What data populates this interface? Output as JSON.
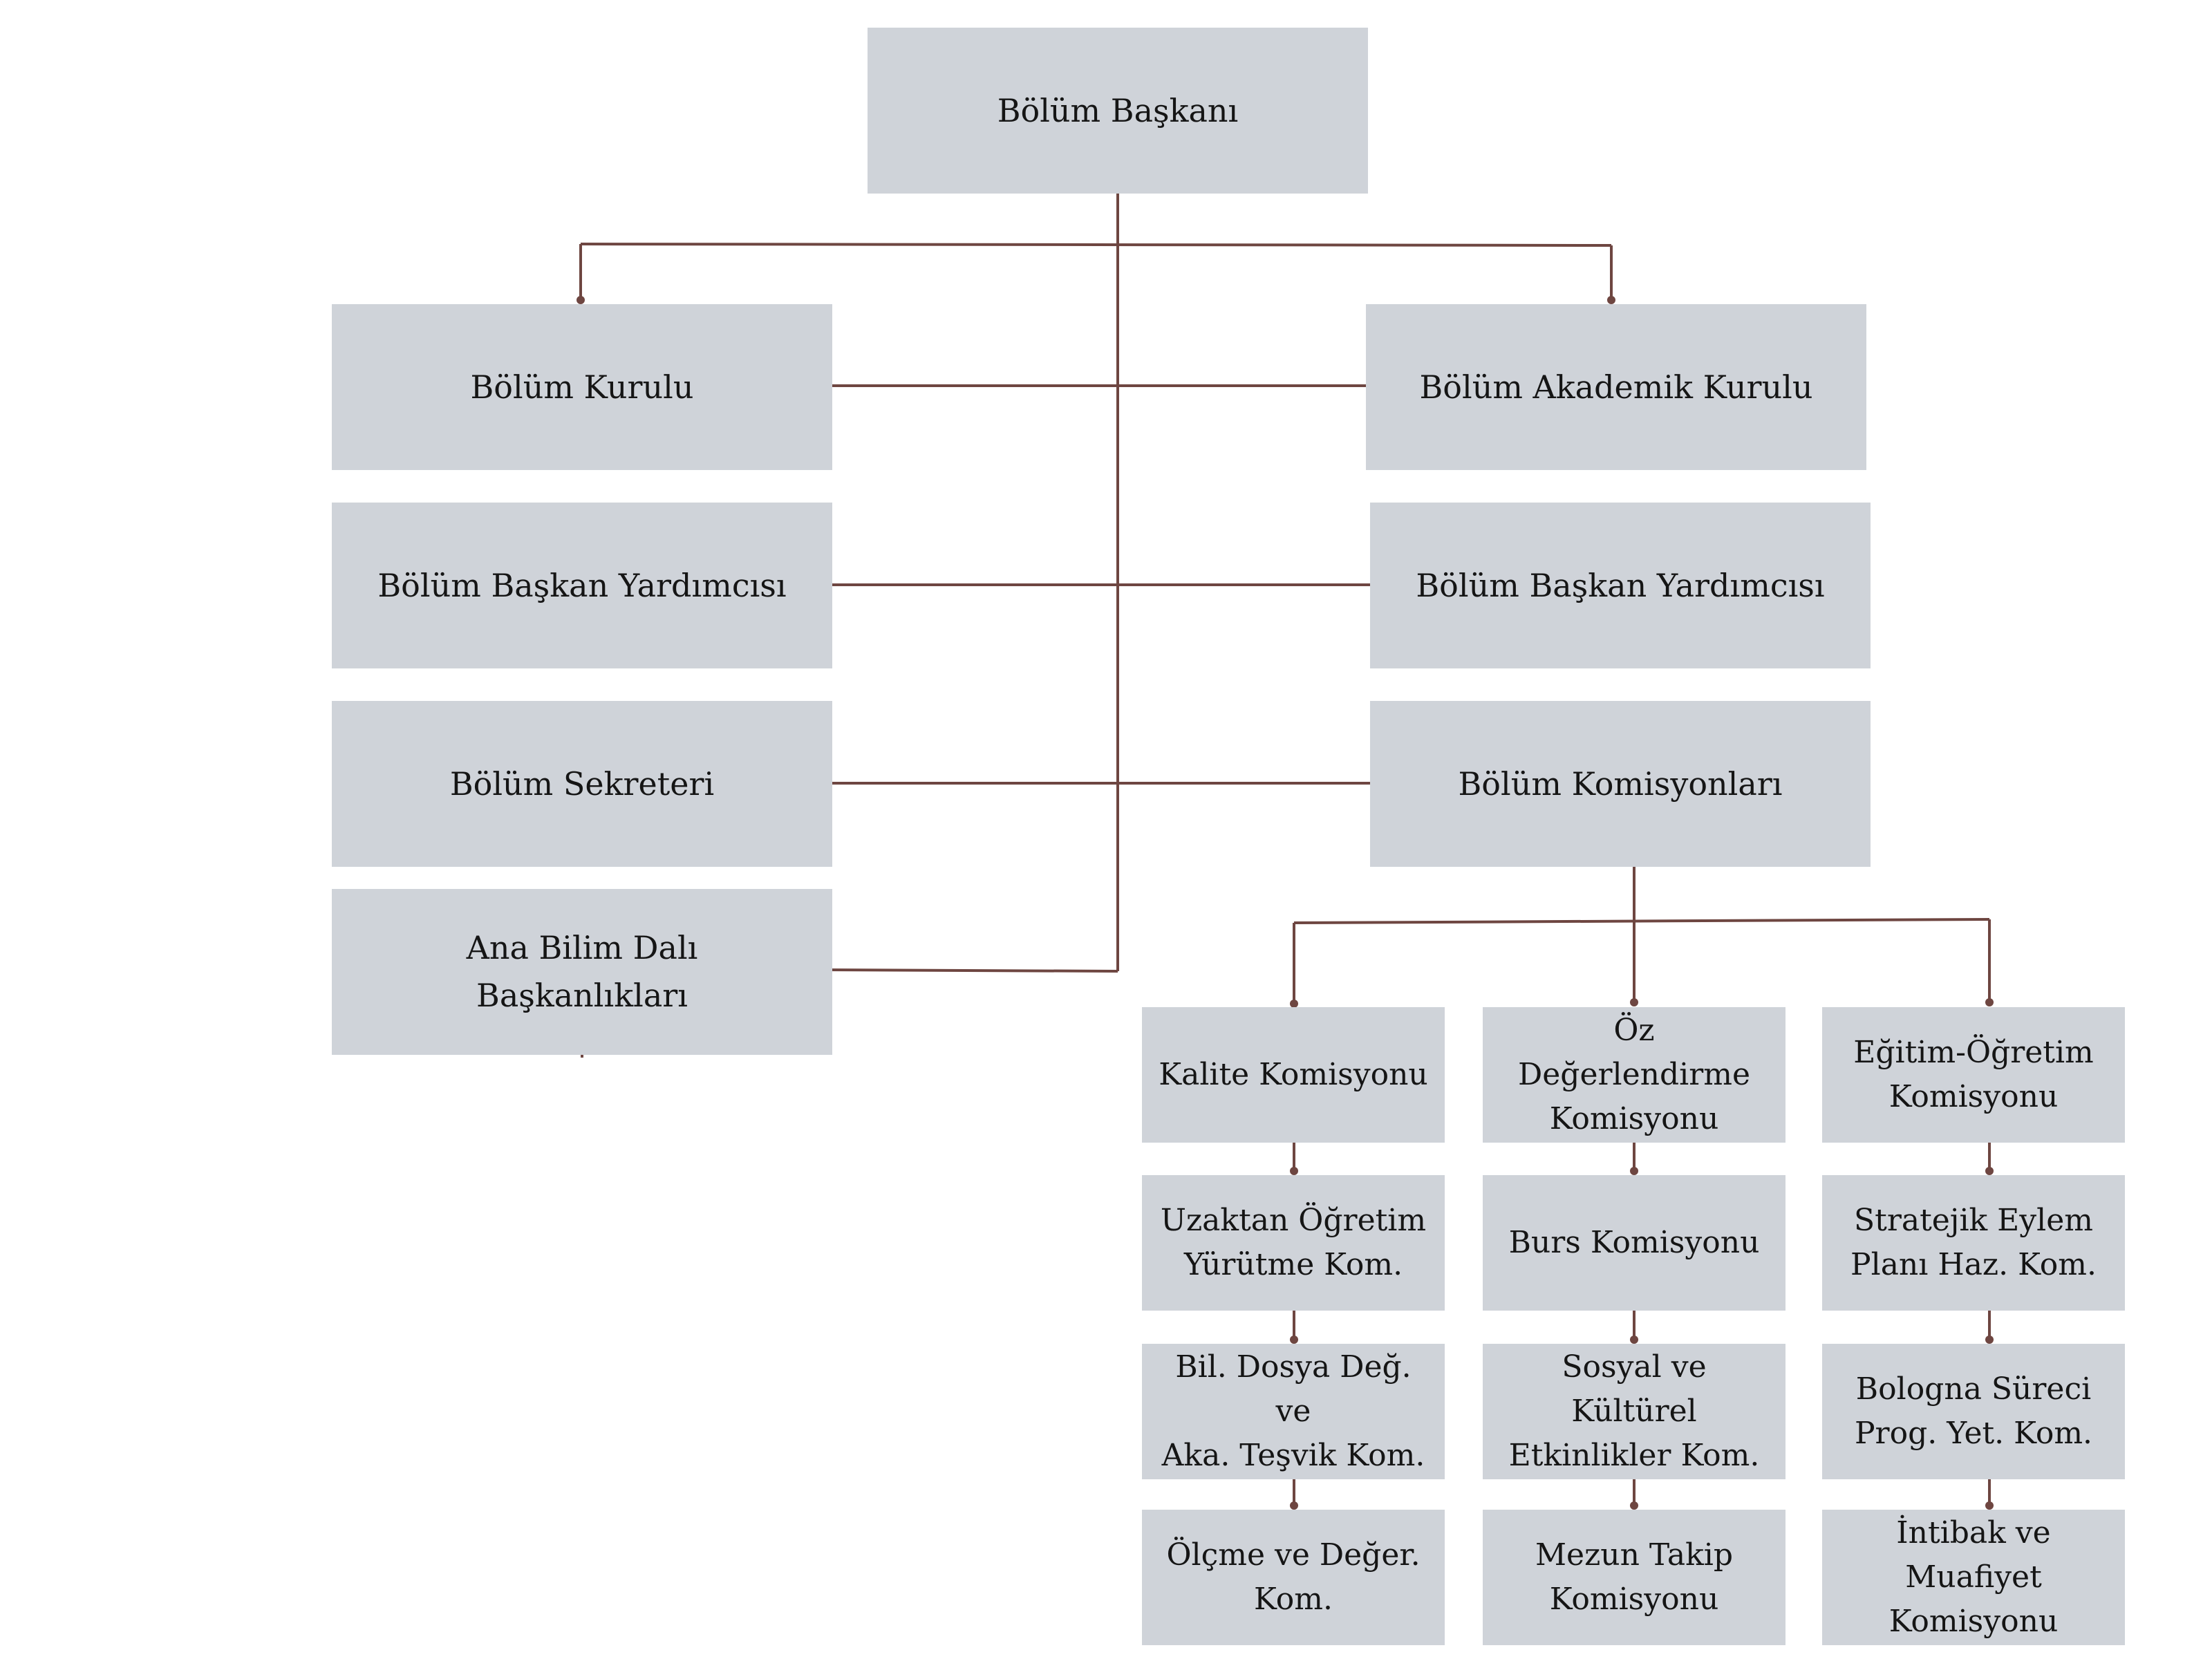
{
  "top": {
    "head": "Bölüm Başkanı"
  },
  "left_column": {
    "kurul": "Bölüm Kurulu",
    "yardimci": "Bölüm Başkan Yardımcısı",
    "sekreter": "Bölüm Sekreteri",
    "anabilim": "Ana Bilim Dalı\nBaşkanlıkları"
  },
  "right_column": {
    "akademik": "Bölüm Akademik Kurulu",
    "yardimci": "Bölüm Başkan Yardımcısı",
    "komisyonlar": "Bölüm Komisyonları"
  },
  "commissions": {
    "col1": [
      "Kalite Komisyonu",
      "Uzaktan Öğretim\nYürütme Kom.",
      "Bil. Dosya Değ. ve\nAka. Teşvik Kom.",
      "Ölçme ve Değer.\nKom."
    ],
    "col2": [
      "Öz Değerlendirme\nKomisyonu",
      "Burs Komisyonu",
      "Sosyal ve Kültürel\nEtkinlikler Kom.",
      "Mezun Takip\nKomisyonu"
    ],
    "col3": [
      "Eğitim-Öğretim\nKomisyonu",
      "Stratejik Eylem\nPlanı Haz. Kom.",
      "Bologna Süreci\nProg. Yet. Kom.",
      "İntibak ve Muafiyet\nKomisyonu"
    ]
  },
  "colors": {
    "box_fill": "#cfd3d9",
    "connector": "#6e4641",
    "text": "#151515"
  }
}
